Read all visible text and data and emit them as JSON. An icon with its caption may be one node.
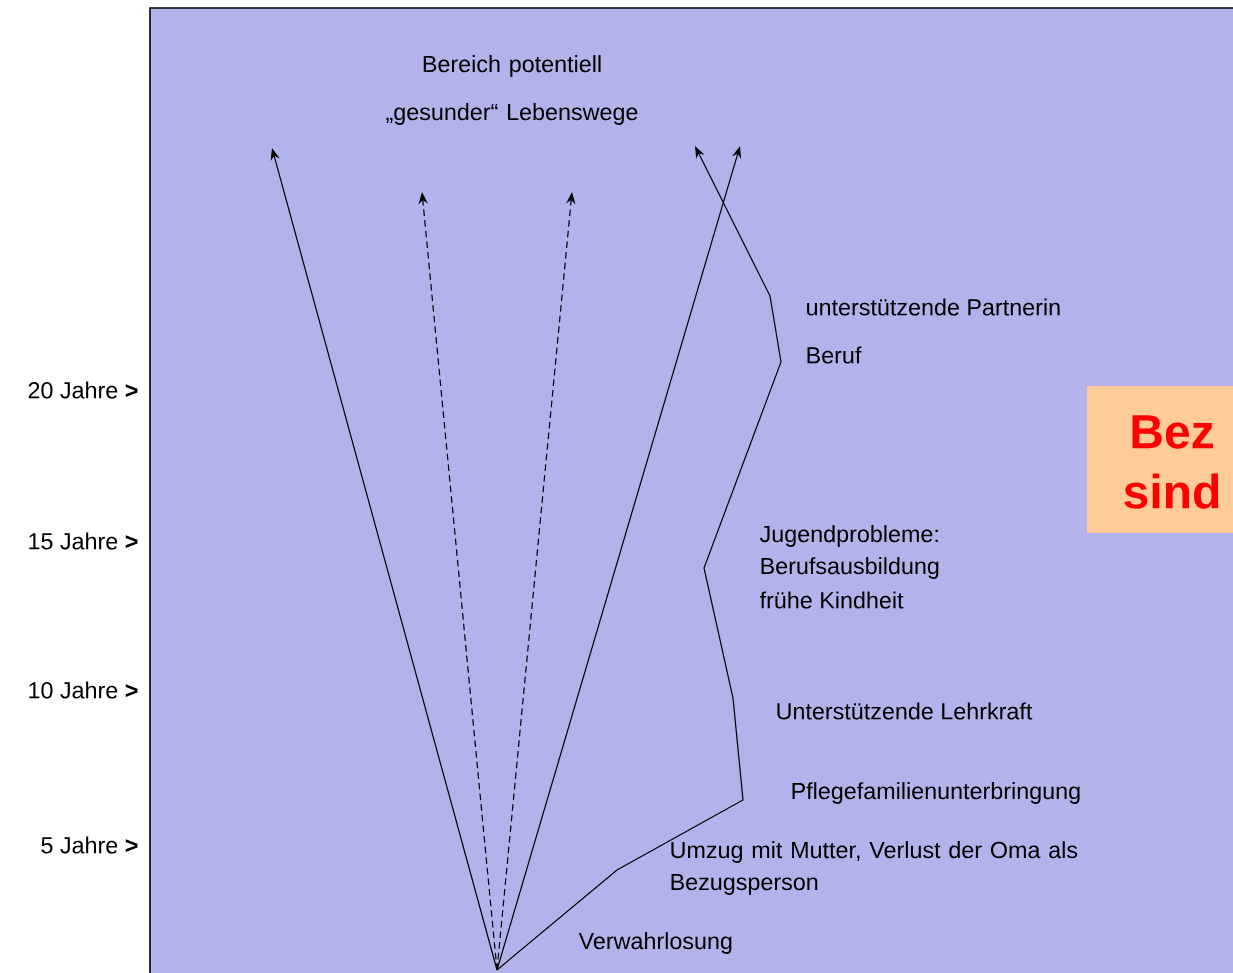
{
  "diagram": {
    "nodes": [
      {
        "text": [
          "Bereich potentiell „gesunder“ Lebenswege"
        ]
      },
      {
        "text": [
          "Bez sind"
        ]
      }
    ],
    "labels": [
      "unterstützende Partnerin",
      "Beruf",
      "20 Jahre **>**",
      "15 Jahre **>**",
      "Jugendprobleme:",
      "Berufsausbildung",
      "frühe Kindheit",
      "10 Jahre **>**",
      "Unterstützende Lehrkraft",
      "Pflegefamilienunterbringung",
      "5 Jahre **>**",
      "Umzug mit Mutter, Verlust der Oma als Bezugsperson",
      "Verwahrlosung"
    ]
  }
}
